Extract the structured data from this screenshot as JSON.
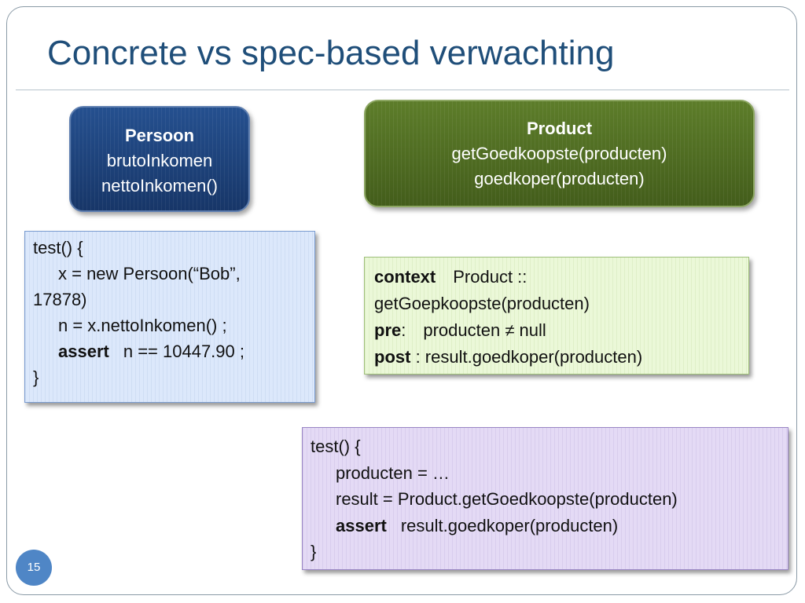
{
  "slide": {
    "title": "Concrete vs spec-based verwachting",
    "page_number": "15"
  },
  "persoon_class": {
    "name": "Persoon",
    "attribute": "brutoInkomen",
    "method": "nettoInkomen()"
  },
  "product_class": {
    "name": "Product",
    "method1": "getGoedkoopste(producten)",
    "method2": "goedkoper(producten)"
  },
  "concrete_test": {
    "line1": "test() {",
    "line2": "x = new Persoon(“Bob”,",
    "line3": "17878)",
    "line4": "n = x.nettoInkomen() ;",
    "line5_keyword": "assert",
    "line5_rest": "n == 10447.90 ;",
    "line6": "}"
  },
  "spec": {
    "context_keyword": "context",
    "context_rest": "Product ::",
    "context_method": "getGoepkoopste(producten)",
    "pre_keyword": "pre",
    "pre_rest": "producten ≠ null",
    "post_keyword": "post",
    "post_rest": ": result.goedkoper(producten)"
  },
  "spec_test": {
    "line1": "test() {",
    "line2": "producten = …",
    "line3": "result = Product.getGoedkoopste(producten)",
    "line4_keyword": "assert",
    "line4_rest": "result.goedkoper(producten)",
    "line5": "}"
  },
  "colors": {
    "title": "#1f4e79",
    "persoon_box": "#1b3f78",
    "product_box": "#4f6b22",
    "concrete_test_bg": "#dce8fb",
    "spec_bg": "#ebf8d8",
    "spec_test_bg": "#e4daf5",
    "page_badge": "#4f86c6"
  }
}
